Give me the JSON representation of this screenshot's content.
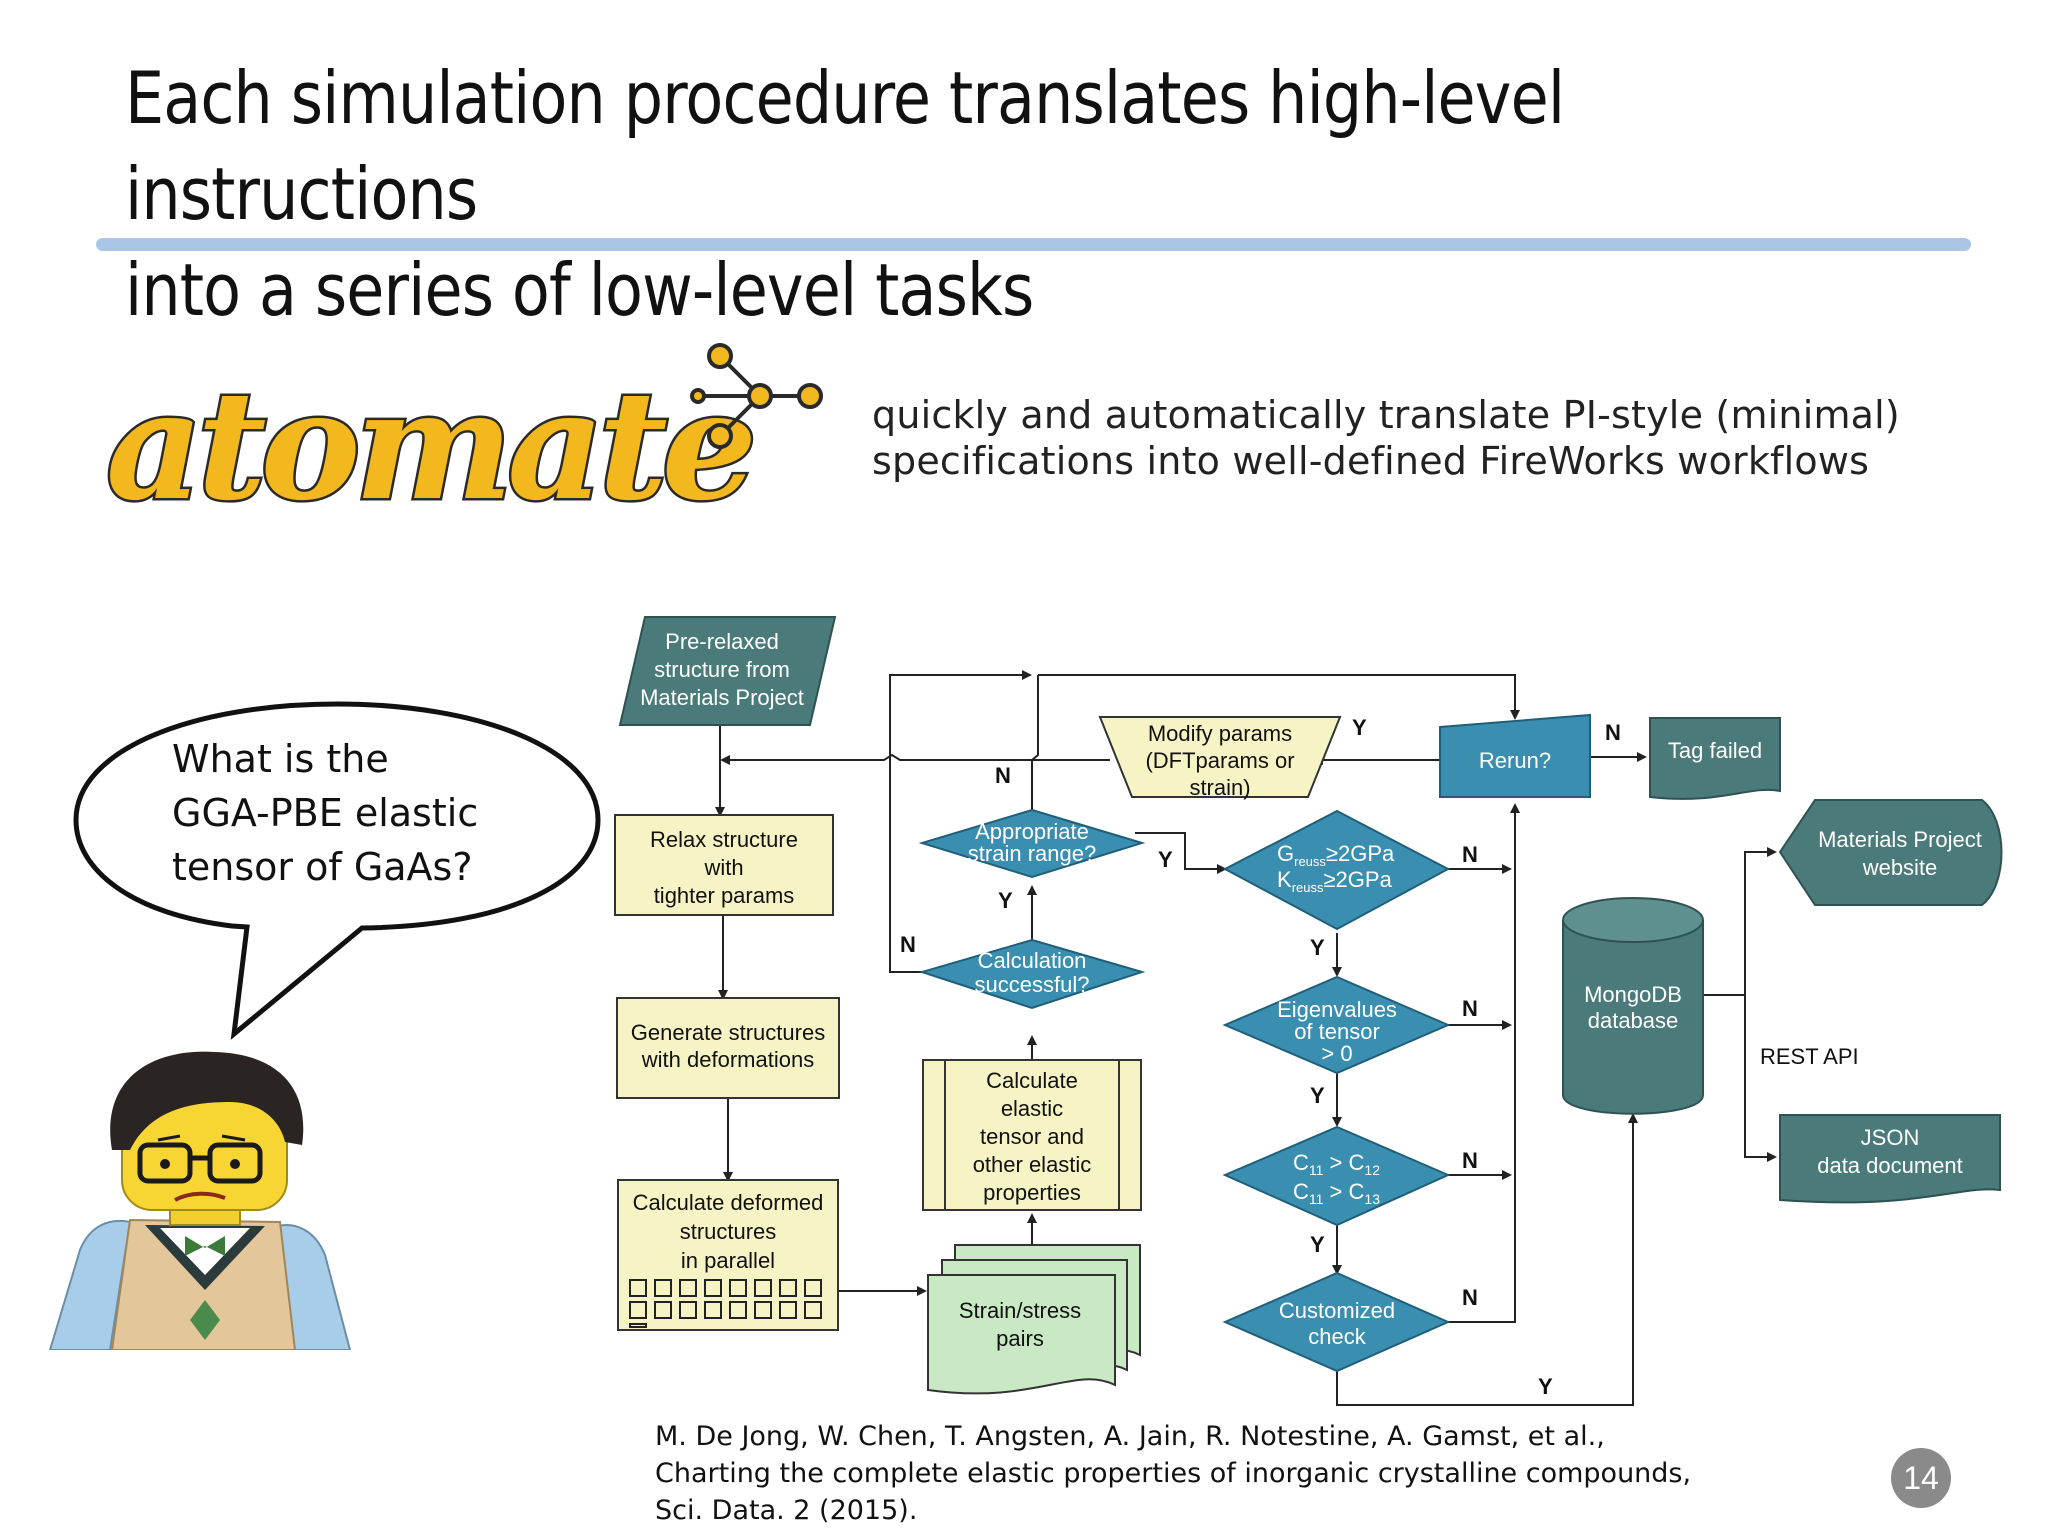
{
  "title": {
    "line1": "Each simulation procedure translates high-level instructions",
    "line2": "into a series of low-level tasks"
  },
  "logo": {
    "text": "atomate",
    "icon": "network-node-icon",
    "color": "#f2b81d"
  },
  "tagline": {
    "line1": "quickly and automatically translate PI-style (minimal)",
    "line2": "specifications into well-defined FireWorks workflows"
  },
  "bubble": {
    "line1": "What is the",
    "line2": "GGA-PBE elastic",
    "line3": "tensor of GaAs?"
  },
  "figure": {
    "icon": "lego-scientist-icon"
  },
  "flowchart": {
    "colors": {
      "teal": "#3a8fb0",
      "dark_teal": "#4a7a7a",
      "yellow": "#f6f4c4",
      "green": "#c9e8c4"
    },
    "prerelaxed": [
      "Pre-relaxed",
      "structure from",
      "Materials Project"
    ],
    "relax": [
      "Relax structure",
      "with",
      "tighter params"
    ],
    "generate": [
      "Generate structures",
      "with deformations"
    ],
    "calc_deformed": [
      "Calculate deformed",
      "structures",
      "in parallel"
    ],
    "strain_stress": [
      "Strain/stress",
      "pairs"
    ],
    "calc_elastic": [
      "Calculate",
      "elastic",
      "tensor and",
      "other elastic",
      "properties"
    ],
    "calc_success": [
      "Calculation",
      "successful?"
    ],
    "strain_range": [
      "Appropriate",
      "strain range?"
    ],
    "modify": [
      "Modify params",
      "(DFTparams or",
      "strain)"
    ],
    "rerun": "Rerun?",
    "tag_failed": "Tag failed",
    "greuss": [
      "G",
      "reuss",
      "≥2GPa"
    ],
    "kreuss": [
      "K",
      "reuss",
      "≥2GPa"
    ],
    "eigen": [
      "Eigenvalues",
      "of tensor",
      "> 0"
    ],
    "c11c12": [
      "C",
      "11",
      " > C",
      "12"
    ],
    "c11c13": [
      "C",
      "11",
      " > C",
      "13"
    ],
    "custom": [
      "Customized",
      "check"
    ],
    "mongodb": [
      "MongoDB",
      "database"
    ],
    "mp_website": [
      "Materials Project",
      "website"
    ],
    "rest_api": "REST API",
    "json_doc": [
      "JSON",
      "data document"
    ],
    "yes": "Y",
    "no": "N"
  },
  "citation": {
    "line1": "M. De Jong, W. Chen, T. Angsten, A. Jain, R. Notestine, A. Gamst, et al.,",
    "line2": "Charting the complete elastic properties of inorganic crystalline compounds,",
    "line3": "Sci. Data. 2 (2015)."
  },
  "page_number": "14"
}
